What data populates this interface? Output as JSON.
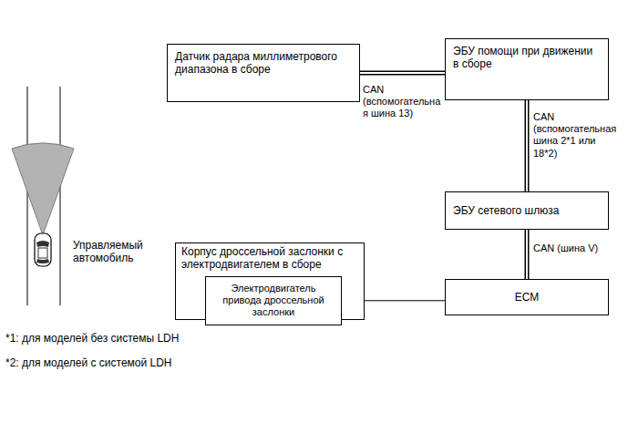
{
  "diagram": {
    "nodes": [
      {
        "text": [
          "Датчик радара миллиметрового диапазона в сборе"
        ]
      },
      {
        "text": [
          "ЭБУ помощи при движении в сборе"
        ]
      },
      {
        "text": [
          "ЭБУ сетевого шлюза"
        ]
      },
      {
        "text": [
          "Корпус дроссельной заслонки с электродвигателем в сборе"
        ]
      },
      {
        "text": [
          "Электродвигатель привода дроссельной заслонки"
        ],
        "in": 3
      },
      {
        "text": [
          "ECM"
        ]
      }
    ],
    "edges": [
      {
        "from": 0,
        "to": 1,
        "arrow": "none",
        "label": "CAN (вспомогательная шина 13)"
      },
      {
        "from": 1,
        "to": 2,
        "arrow": "none",
        "label": "CAN (вспомогательная шина 2*1 или 18*2)"
      },
      {
        "from": 2,
        "to": 5,
        "arrow": "none",
        "label": "CAN (шина V)"
      },
      {
        "from": 5,
        "to": 4,
        "arrow": "to"
      }
    ],
    "labels": [
      "Управляемый автомобиль",
      "*1: для моделей без системы LDH",
      "*2: для моделей с системой LDH"
    ]
  }
}
